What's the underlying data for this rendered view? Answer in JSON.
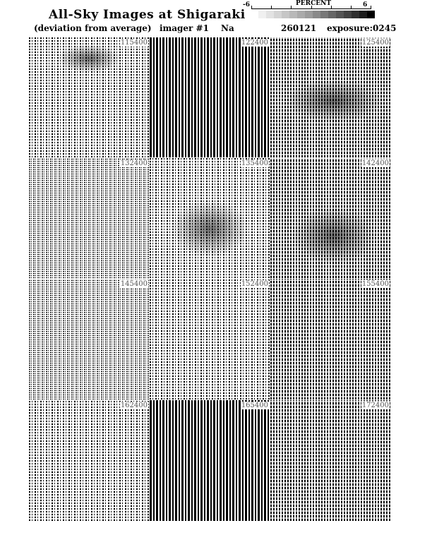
{
  "header": {
    "title": "All-Sky Images at Shigaraki",
    "subtitle": "(deviation from average)",
    "imager": "imager #1",
    "emission": "Na",
    "date": "260121",
    "exposure": "exposure:0245"
  },
  "colorbar": {
    "label": "PERCENT",
    "min_label": "-6",
    "max_label": "6",
    "min": -6,
    "max": 6,
    "colors": [
      "#f0f0f0",
      "#e2e2e2",
      "#d4d4d4",
      "#c6c6c6",
      "#b8b8b8",
      "#aaaaaa",
      "#9c9c9c",
      "#8a8a8a",
      "#787878",
      "#666666",
      "#545454",
      "#424242",
      "#303030",
      "#1c1c1c",
      "#000000"
    ]
  },
  "panels": [
    {
      "time": "115400"
    },
    {
      "time": "122400"
    },
    {
      "time": "125400"
    },
    {
      "time": "132400"
    },
    {
      "time": "135400"
    },
    {
      "time": "142400"
    },
    {
      "time": "145400"
    },
    {
      "time": "152400"
    },
    {
      "time": "155400"
    },
    {
      "time": "162400"
    },
    {
      "time": "165400"
    },
    {
      "time": "172400"
    }
  ]
}
